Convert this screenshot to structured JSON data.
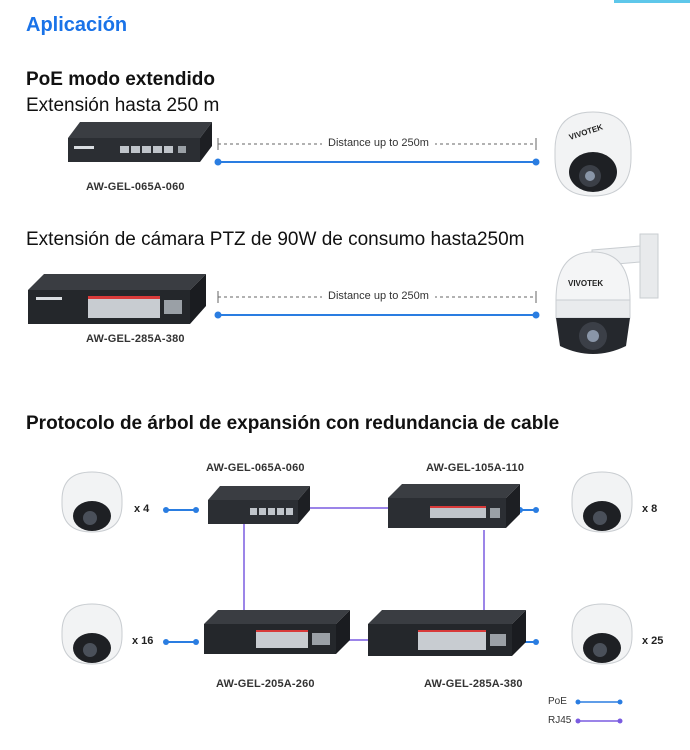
{
  "page": {
    "title": "Aplicación",
    "accent_color": "#1a73e8",
    "poe_color": "#2a7de1",
    "rj45_color": "#7a5ce0"
  },
  "section1": {
    "heading": "PoE modo extendido",
    "subheading": "Extensión hasta 250 m",
    "distance_label": "Distance up to 250m",
    "switch_model": "AW-GEL-065A-060"
  },
  "section2": {
    "subheading": "Extensión de cámara PTZ de 90W de consumo hasta250m",
    "distance_label": "Distance up to 250m",
    "switch_model": "AW-GEL-285A-380",
    "camera_brand": "VIVOTEK"
  },
  "section3": {
    "heading": "Protocolo de árbol de expansión con redundancia de cable",
    "switches": [
      {
        "model": "AW-GEL-065A-060"
      },
      {
        "model": "AW-GEL-105A-110"
      },
      {
        "model": "AW-GEL-205A-260"
      },
      {
        "model": "AW-GEL-285A-380"
      }
    ],
    "cameras": [
      {
        "count": "x 4"
      },
      {
        "count": "x 8"
      },
      {
        "count": "x 16"
      },
      {
        "count": "x 25"
      }
    ],
    "legend": [
      {
        "label": "PoE",
        "icon": "poe-line"
      },
      {
        "label": "RJ45",
        "icon": "rj45-line"
      }
    ]
  }
}
